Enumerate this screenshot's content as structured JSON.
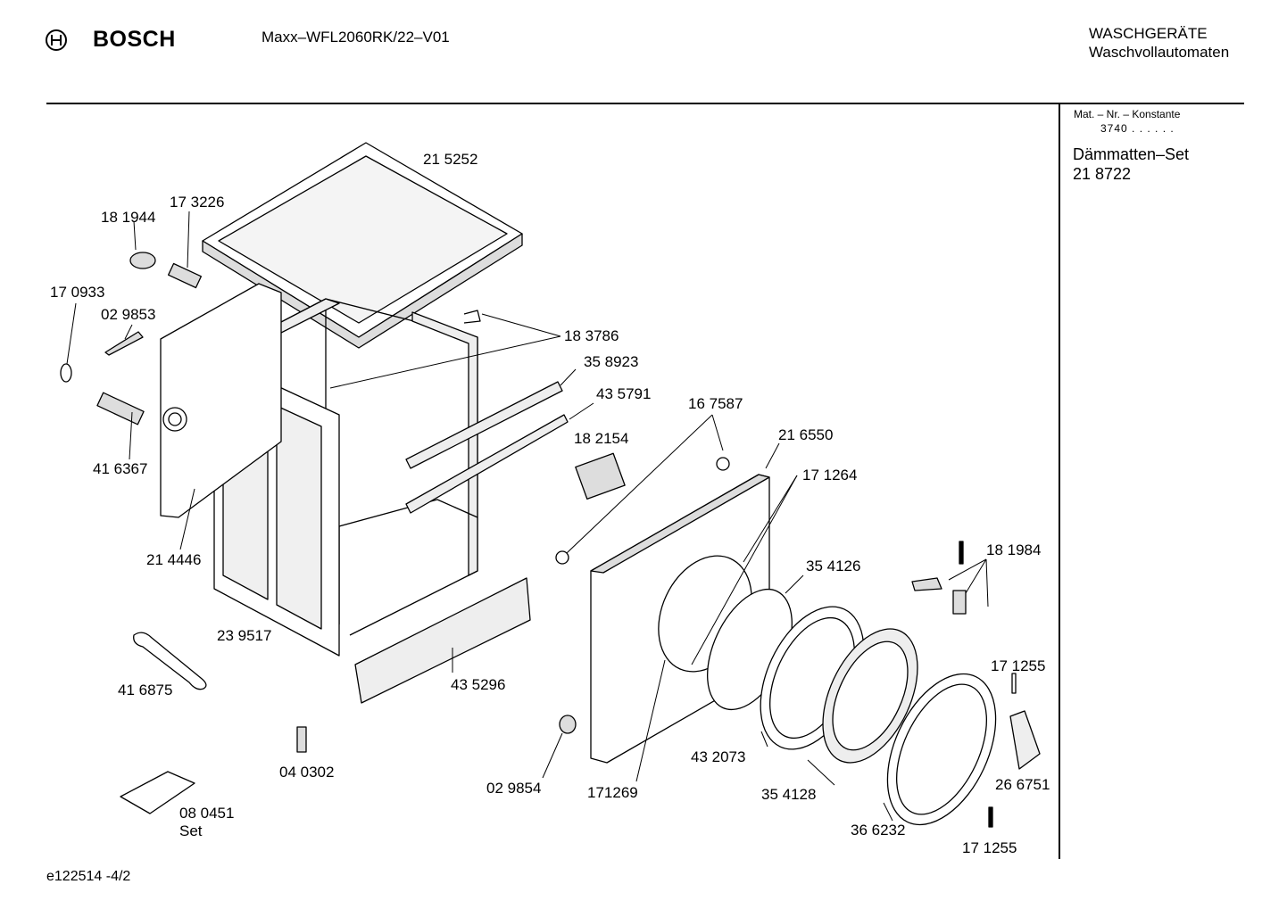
{
  "header": {
    "brand": "BOSCH",
    "model": "Maxx–WFL2060RK/22–V01",
    "category_line1": "WASCHGERÄTE",
    "category_line2": "Waschvollautomaten"
  },
  "sidebar": {
    "mat_label": "Mat. – Nr. – Konstante",
    "mat_value": "3740  .  .   .  .  .  .",
    "set_name": "Dämmatten–Set",
    "set_number": "21 8722"
  },
  "parts": {
    "p215252": "21 5252",
    "p173226": "17 3226",
    "p181944": "18 1944",
    "p170933": "17 0933",
    "p029853": "02 9853",
    "p183786": "18 3786",
    "p358923": "35 8923",
    "p435791": "43 5791",
    "p167587": "16 7587",
    "p182154": "18 2154",
    "p216550": "21 6550",
    "p171264": "17 1264",
    "p416367": "41 6367",
    "p214446": "21 4446",
    "p354126": "35 4126",
    "p181984": "18 1984",
    "p239517": "23 9517",
    "p435296": "43 5296",
    "p171255a": "17 1255",
    "p416875": "41 6875",
    "p432073": "43 2073",
    "p040302": "04 0302",
    "p029854": "02 9854",
    "p171269": "171269",
    "p354128": "35 4128",
    "p266751": "26 6751",
    "p080451": "08 0451",
    "p080451_set": "Set",
    "p366232": "36 6232",
    "p171255b": "17 1255"
  },
  "footer": {
    "doc_id": "e122514 -4/2"
  }
}
